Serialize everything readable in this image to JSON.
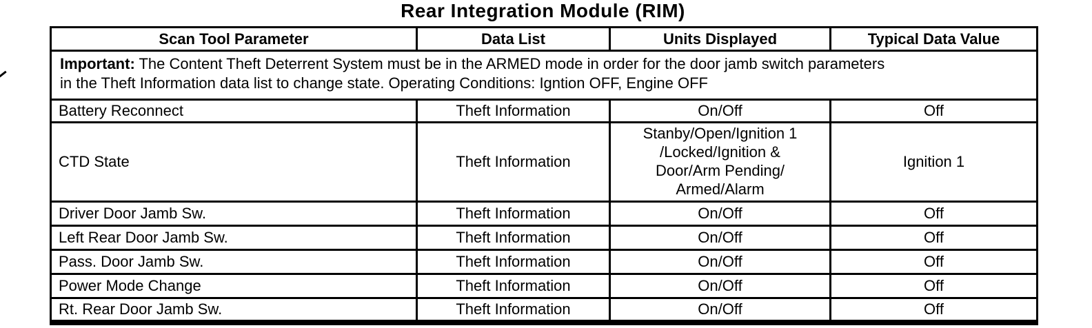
{
  "page_title": "Rear Integration Module (RIM)",
  "table": {
    "columns": [
      "Scan Tool Parameter",
      "Data List",
      "Units Displayed",
      "Typical Data Value"
    ],
    "note": {
      "label": "Important:",
      "body": " The Content Theft Deterrent System must be in the ARMED mode in order for the door jamb switch parameters\nin the Theft Information data list to change state. Operating Conditions: Igntion OFF, Engine OFF"
    },
    "rows": [
      {
        "parameter": "Battery Reconnect",
        "data_list": "Theft Information",
        "units": "On/Off",
        "typical": "Off"
      },
      {
        "parameter": "CTD State",
        "data_list": "Theft Information",
        "units": "Stanby/Open/Ignition 1\n/Locked/Ignition &\nDoor/Arm Pending/\nArmed/Alarm",
        "typical": "Ignition 1"
      },
      {
        "parameter": "Driver Door Jamb Sw.",
        "data_list": "Theft Information",
        "units": "On/Off",
        "typical": "Off"
      },
      {
        "parameter": "Left Rear Door Jamb Sw.",
        "data_list": "Theft Information",
        "units": "On/Off",
        "typical": "Off"
      },
      {
        "parameter": "Pass. Door Jamb Sw.",
        "data_list": "Theft Information",
        "units": "On/Off",
        "typical": "Off"
      },
      {
        "parameter": "Power Mode Change",
        "data_list": "Theft Information",
        "units": "On/Off",
        "typical": "Off"
      },
      {
        "parameter": "Rt. Rear Door Jamb Sw.",
        "data_list": "Theft Information",
        "units": "On/Off",
        "typical": "Off"
      }
    ]
  }
}
